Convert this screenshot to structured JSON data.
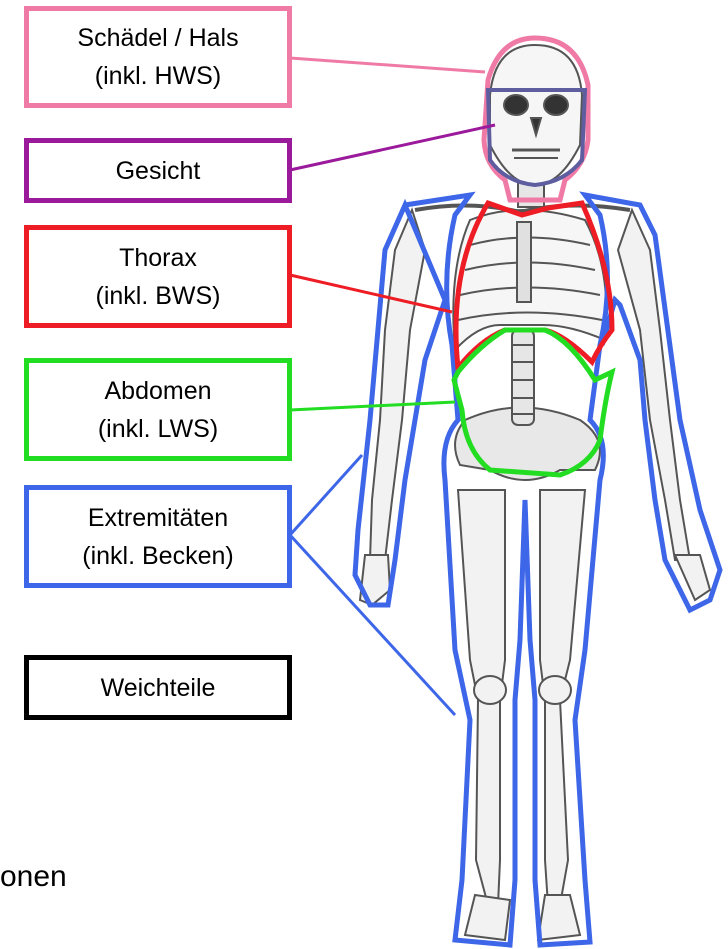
{
  "labels": [
    {
      "id": "skull",
      "text": "Schädel / Hals\n(inkl. HWS)",
      "color": "#f07aa6"
    },
    {
      "id": "face",
      "text": "Gesicht",
      "color": "#9b1a9b"
    },
    {
      "id": "thorax",
      "text": "Thorax\n(inkl. BWS)",
      "color": "#ee1c24"
    },
    {
      "id": "abdomen",
      "text": "Abdomen\n(inkl. LWS)",
      "color": "#22dd22"
    },
    {
      "id": "extremities",
      "text": "Extremitäten\n(inkl. Becken)",
      "color": "#3d66e8"
    },
    {
      "id": "softtissue",
      "text": "Weichteile",
      "color": "#000000"
    }
  ],
  "bottom_fragments": [
    "onen"
  ],
  "icons": [
    "skeleton-illustration"
  ]
}
